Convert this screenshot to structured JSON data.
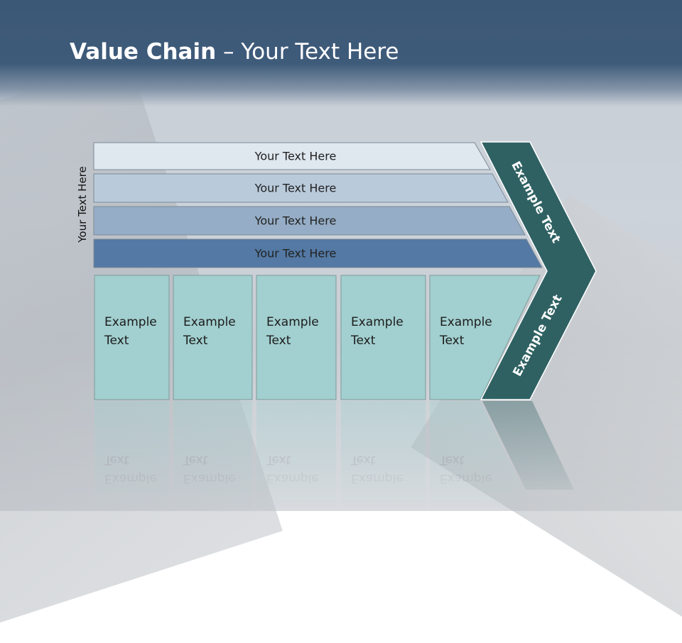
{
  "header": {
    "title_bold": "Value Chain",
    "title_rest": " – Your Text Here"
  },
  "side_label": "Your Text Here",
  "bars": [
    {
      "label": "Your Text Here",
      "color": "#dfe7ef"
    },
    {
      "label": "Your Text Here",
      "color": "#b9cadb"
    },
    {
      "label": "Your Text Here",
      "color": "#95adc6"
    },
    {
      "label": "Your Text Here",
      "color": "#5379a4"
    }
  ],
  "boxes": [
    {
      "line1": "Example",
      "line2": "Text"
    },
    {
      "line1": "Example",
      "line2": "Text"
    },
    {
      "line1": "Example",
      "line2": "Text"
    },
    {
      "line1": "Example",
      "line2": "Text"
    },
    {
      "line1": "Example",
      "line2": "Text"
    }
  ],
  "chevron": {
    "upper_label": "Example Text",
    "lower_label": "Example Text",
    "color": "#2f6163"
  },
  "colors": {
    "box_fill": "#a2cfcf",
    "header": "#3f5b7a"
  }
}
